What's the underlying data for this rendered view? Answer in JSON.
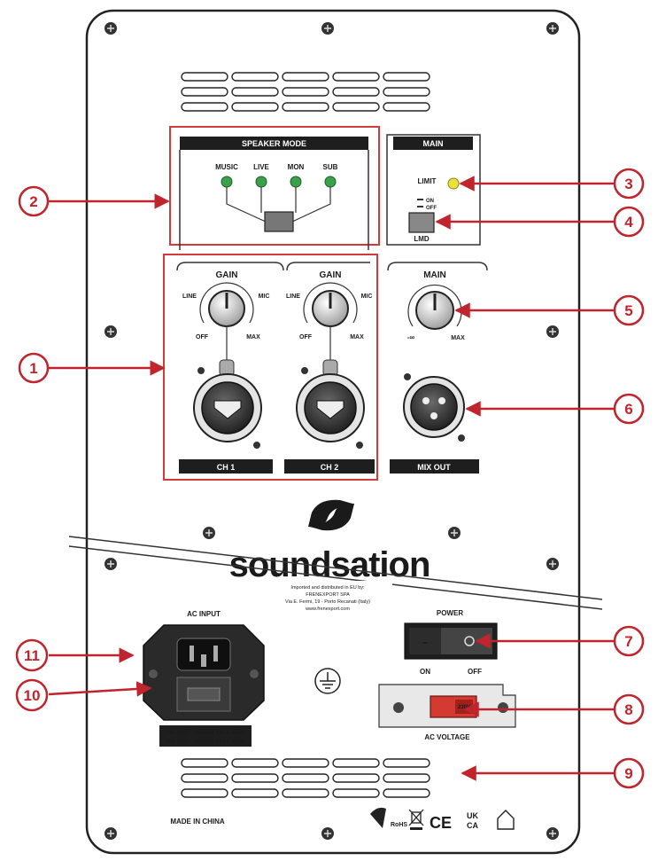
{
  "brand": {
    "name": "soundsation"
  },
  "importer": {
    "line1": "Imported and distributed in EU by:",
    "line2": "FRENEXPORT SPA",
    "line3": "Via E. Fermi, 19 - Porto Recanati (Italy)",
    "line4": "www.frenexport.com"
  },
  "speaker_mode": {
    "title": "SPEAKER MODE",
    "modes": [
      "MUSIC",
      "LIVE",
      "MON",
      "SUB"
    ],
    "led_color": "#3aa04a"
  },
  "main_panel": {
    "title": "MAIN",
    "limit_label": "LIMIT",
    "limit_led_color": "#e8e23a",
    "switch_on": "ON",
    "switch_off": "OFF",
    "switch_label": "LMD"
  },
  "channels": [
    {
      "gain_label": "GAIN",
      "left_label": "LINE",
      "right_label": "MIC",
      "min_label": "OFF",
      "max_label": "MAX",
      "name": "CH 1"
    },
    {
      "gain_label": "GAIN",
      "left_label": "LINE",
      "right_label": "MIC",
      "min_label": "OFF",
      "max_label": "MAX",
      "name": "CH 2"
    }
  ],
  "main_volume": {
    "title": "MAIN",
    "min_label": "-∞",
    "max_label": "MAX"
  },
  "mix_out": {
    "label": "MIX OUT"
  },
  "ac_input": {
    "title": "AC INPUT",
    "spec_line1": "100-120V~ 50/60Hz T4A L 250V",
    "spec_line2": "220-240V~ 50/60Hz T2A L 250V"
  },
  "power": {
    "title": "POWER",
    "on_label": "ON",
    "off_label": "OFF",
    "switch_mark": "–"
  },
  "ac_voltage": {
    "label": "AC VOLTAGE",
    "setting": "230V"
  },
  "footer": {
    "made_in": "MADE IN CHINA",
    "rohs": "RoHS",
    "ce": "CE",
    "ukca_top": "UK",
    "ukca_bottom": "CA"
  },
  "accent_color": "#c0242c",
  "callouts": [
    "1",
    "2",
    "3",
    "4",
    "5",
    "6",
    "7",
    "8",
    "9",
    "10",
    "11"
  ]
}
